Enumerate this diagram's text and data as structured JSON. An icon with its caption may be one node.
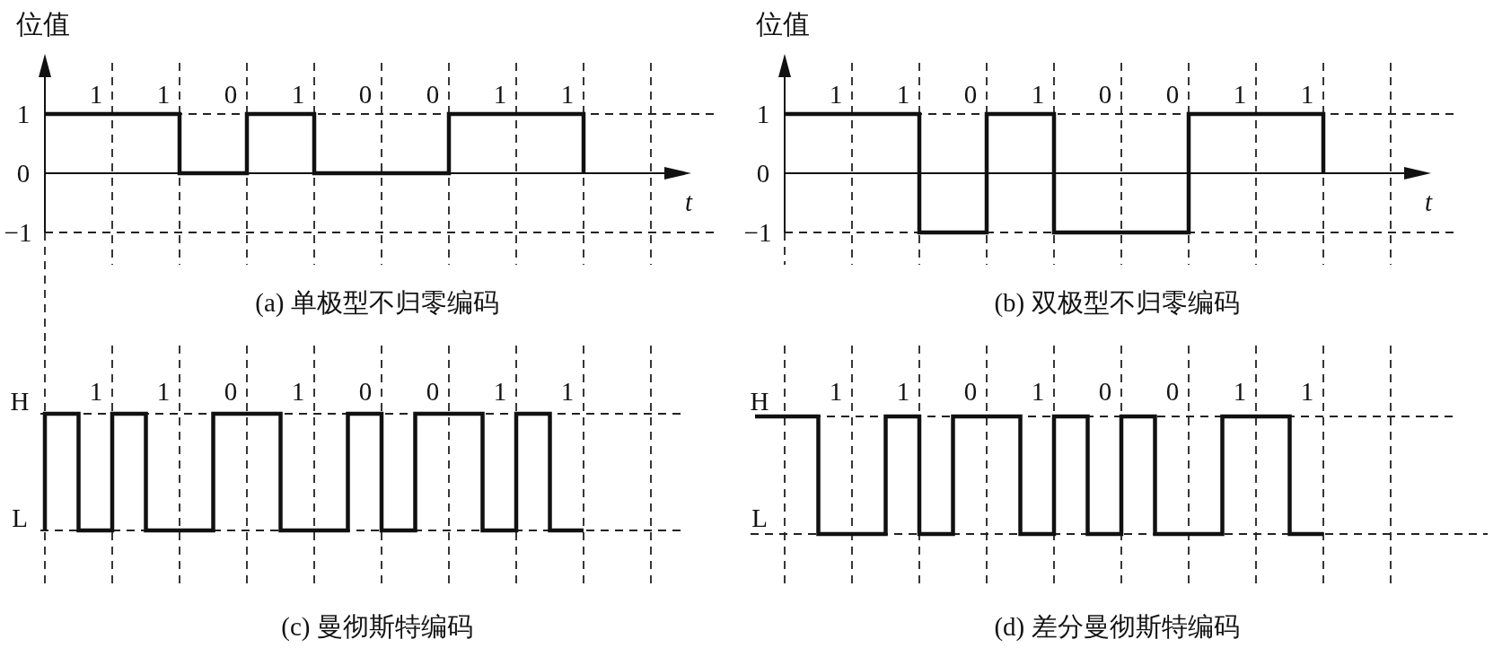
{
  "diagram": {
    "labels": [
      "位值",
      "1",
      "1",
      "0",
      "1",
      "0",
      "0",
      "1",
      "1",
      "1",
      "0",
      "−1",
      "t",
      "(a) 单极型不归零编码",
      "位值",
      "1",
      "1",
      "0",
      "1",
      "0",
      "0",
      "1",
      "1",
      "1",
      "0",
      "−1",
      "t",
      "(b) 双极型不归零编码",
      "1",
      "1",
      "0",
      "1",
      "0",
      "0",
      "1",
      "1",
      "H",
      "L",
      "(c) 曼彻斯特编码",
      "1",
      "1",
      "0",
      "1",
      "0",
      "0",
      "1",
      "1",
      "H",
      "L",
      "(d) 差分曼彻斯特编码"
    ]
  }
}
